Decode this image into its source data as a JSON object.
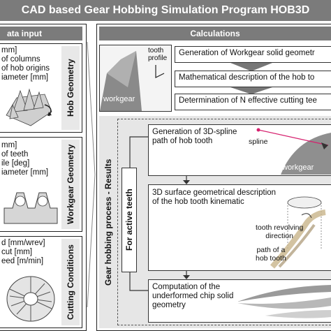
{
  "title": "CAD based Gear Hobbing Simulation Program HOB3D",
  "left_panel": {
    "header": "ata input",
    "sections": [
      {
        "label": "Hob Geometry",
        "lines": [
          "mm]",
          "of columns",
          "of hob origins",
          "iameter [mm]"
        ]
      },
      {
        "label": "Workgear Geometry",
        "lines": [
          "mm]",
          "of teeth",
          "ile [deg]",
          "iameter [mm]"
        ]
      },
      {
        "label": "Cutting Conditions",
        "lines": [
          "d [mm/wrev]",
          "cut [mm]",
          "eed [m/min]"
        ]
      }
    ]
  },
  "right_panel": {
    "header": "Calculations",
    "calc_steps": [
      "Generation of Workgear solid geometr",
      "Mathematical description of the hob to",
      "Determination of N effective cutting tee"
    ],
    "calc_image_labels": {
      "tooth_profile": "tooth\nprofile",
      "workgear": "workgear"
    },
    "process_label": "Gear hobbing process - Results",
    "loop_label": "For active teeth",
    "flow_steps": [
      "Generation of 3D-spline\npath of hob tooth",
      "3D surface geometrical description\nof the hob tooth kinematic",
      "Computation of the\nunderformed chip solid\ngeometry"
    ],
    "flow_labels": {
      "spline": "spline",
      "workgear": "workgear",
      "tooth_dir": "tooth revolving\ndirection",
      "path": "path of a\nhob tooth"
    }
  },
  "colors": {
    "header_bg": "#7b7b7b",
    "label_bg": "#e8e8e8",
    "gear_gray": "#9a9a9a",
    "spline_red": "#d6206e"
  }
}
